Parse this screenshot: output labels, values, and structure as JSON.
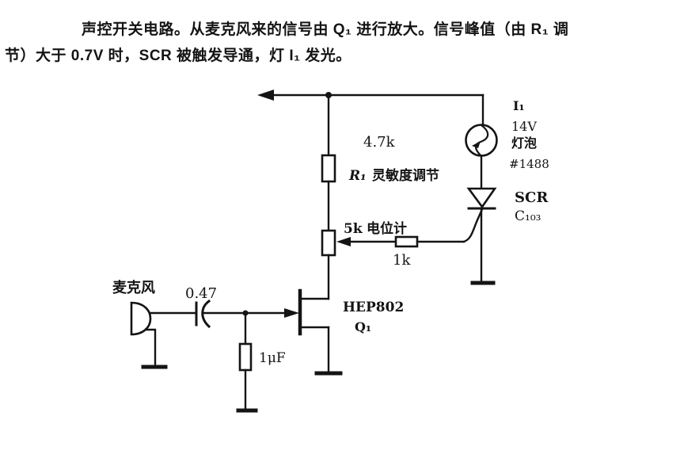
{
  "page": {
    "background": "#ffffff",
    "ink": "#141414"
  },
  "caption": {
    "line1": "声控开关电路。从麦克风来的信号由 Q₁ 进行放大。信号峰值（由 R₁ 调",
    "line2": "节）大于 0.7V 时，SCR 被触发导通，灯 I₁ 发光。"
  },
  "schematic": {
    "microphone": {
      "label": "麦克风"
    },
    "coupling_capacitor": {
      "value": "0.47"
    },
    "bypass_capacitor": {
      "value": "1μF"
    },
    "transistor": {
      "part": "HEP802",
      "ref": "Q₁"
    },
    "resistor_r1": {
      "value": "4.7k",
      "ref": "R₁",
      "note": "灵敏度调节"
    },
    "potentiometer": {
      "value": "5k",
      "name": "电位计"
    },
    "gate_resistor": {
      "value": "1k"
    },
    "lamp": {
      "ref": "I₁",
      "voltage": "14V",
      "name": "灯泡",
      "part": "#1488"
    },
    "scr": {
      "name": "SCR",
      "part": "C₁₀₃"
    }
  }
}
